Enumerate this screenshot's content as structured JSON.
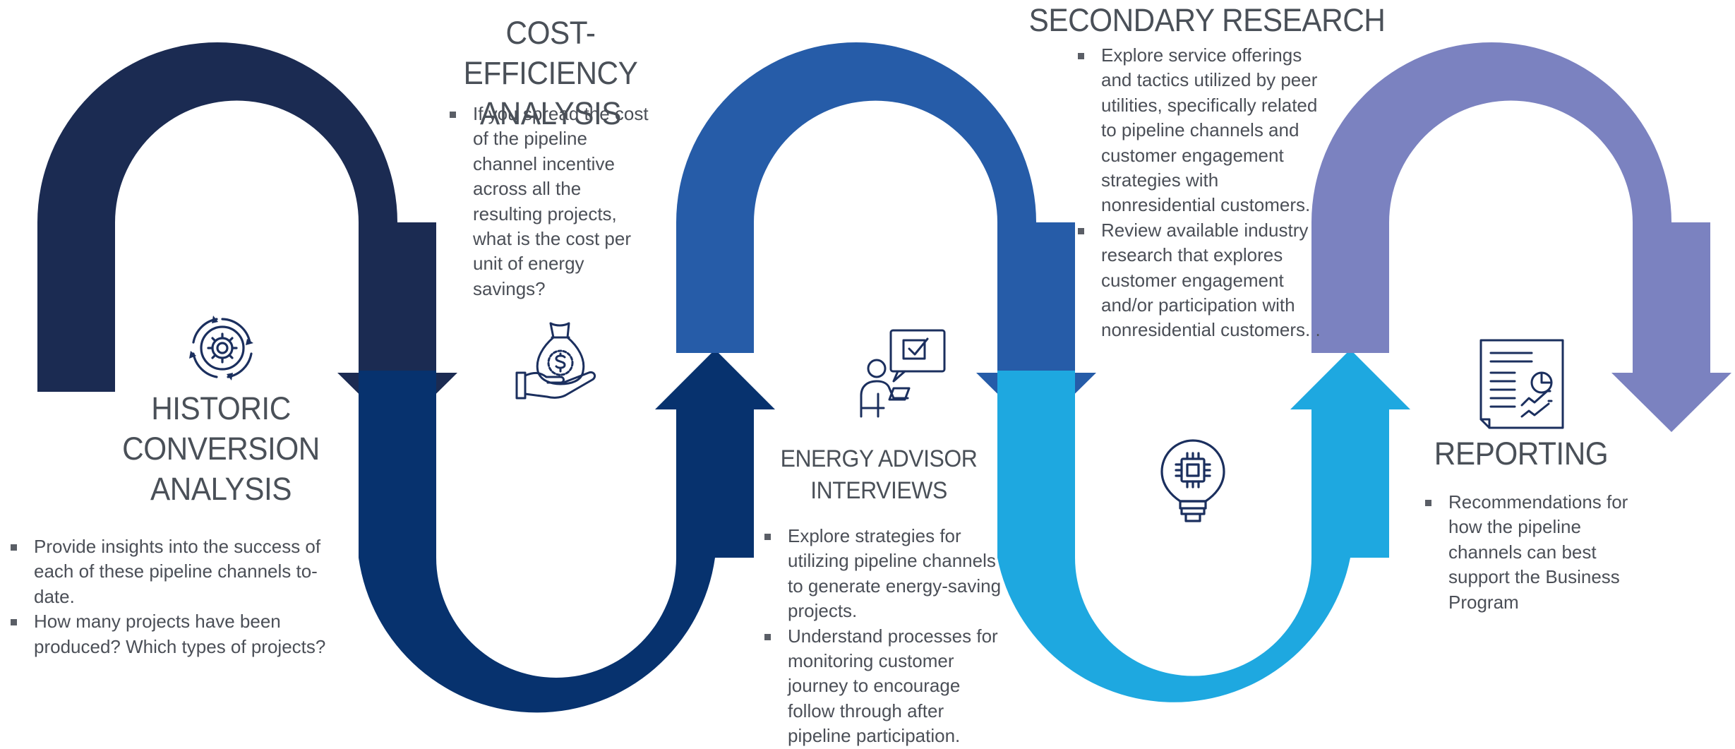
{
  "colors": {
    "segment1": "#1b2b52",
    "segment2": "#07326e",
    "segment3": "#265ca8",
    "segment4": "#1ea8e0",
    "segment5": "#7b82c0",
    "icon": "#1b2f5e",
    "text": "#4b4f57"
  },
  "steps": {
    "historic": {
      "title_lines": [
        "HISTORIC",
        "CONVERSION",
        "ANALYSIS"
      ],
      "bullets": [
        "Provide insights into the success of each of these pipeline channels to-date.",
        "How many projects have been produced? Which types of projects?"
      ],
      "icon": "gear-cycle-icon"
    },
    "cost": {
      "title_lines": [
        "COST-EFFICIENCY",
        "ANALYSIS"
      ],
      "bullets": [
        "If you spread the cost of the pipeline channel incentive across all the resulting projects, what is the cost per unit of energy savings?"
      ],
      "icon": "money-bag-hand-icon"
    },
    "energy": {
      "title_lines": [
        "ENERGY ADVISOR",
        "INTERVIEWS"
      ],
      "bullets": [
        "Explore strategies for utilizing pipeline channels to generate energy-saving projects.",
        "Understand processes for monitoring customer journey to encourage follow through after pipeline participation."
      ],
      "icon": "interview-checklist-icon"
    },
    "secondary": {
      "title_lines": [
        "SECONDARY RESEARCH"
      ],
      "bullets": [
        "Explore service offerings and tactics utilized by peer utilities, specifically related to pipeline channels and customer engagement strategies with nonresidential customers.",
        "Review available industry research that explores customer engagement and/or participation with nonresidential customers. ."
      ],
      "icon": "lightbulb-chip-icon"
    },
    "reporting": {
      "title_lines": [
        "REPORTING"
      ],
      "bullets": [
        "Recommendations for how the pipeline channels can best support the Business Program"
      ],
      "icon": "report-document-icon"
    }
  }
}
